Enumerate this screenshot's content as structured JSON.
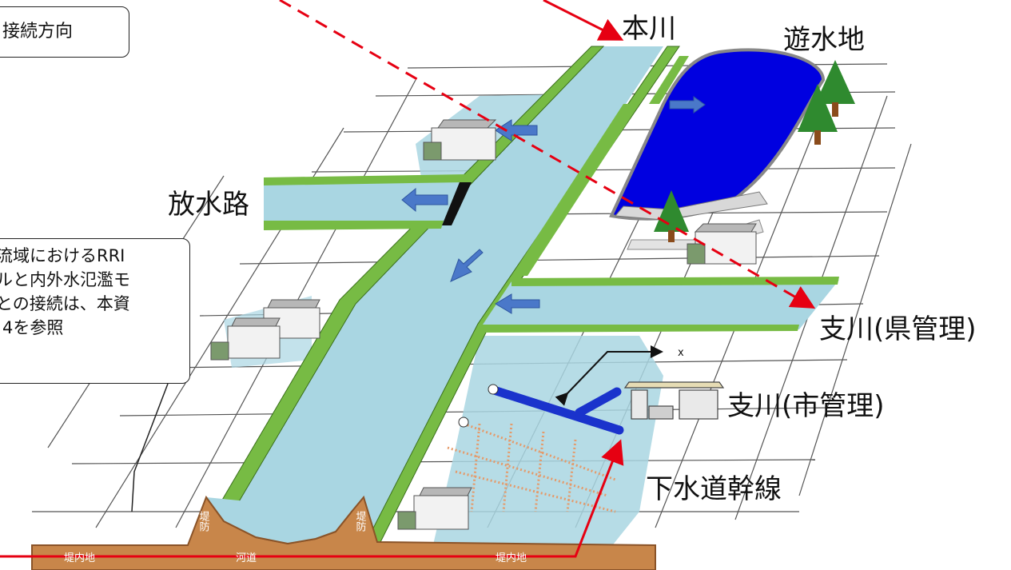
{
  "colors": {
    "river": "#a9d6e2",
    "levee": "#77bb44",
    "pond": "#0000e0",
    "ground": "#c8864a",
    "arrow_red": "#e60012",
    "flow_arrow": "#4a78c9"
  },
  "labels": {
    "main_river": "本川",
    "retarding_basin": "遊水地",
    "floodway": "放水路",
    "tributary_prefecture": "支川(県管理)",
    "tributary_city": "支川(市管理)",
    "sewer_trunk": "下水道幹線",
    "x_axis": "x"
  },
  "callouts": {
    "direction_box": "接続方向",
    "note_lines": [
      "流域におけるRRI",
      "ルと内外水氾濫モ",
      "との接続は、本資",
      "4を参照"
    ]
  },
  "section": {
    "levee_left": "堤防",
    "channel": "河道",
    "levee_right": "堤防",
    "inland_left": "堤内地",
    "inland_right": "堤内地"
  },
  "icons": [
    "house-icon",
    "tree-icon",
    "pump-station-icon"
  ]
}
